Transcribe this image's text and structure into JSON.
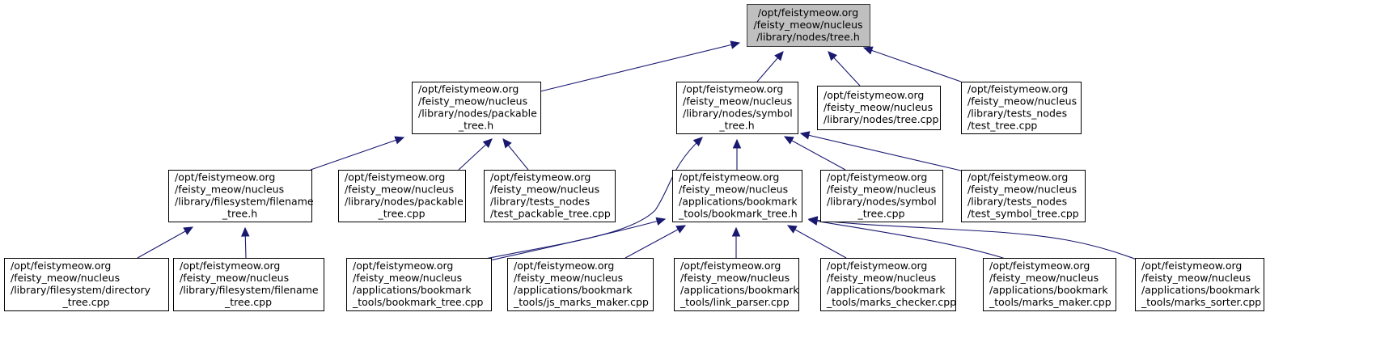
{
  "diagram": {
    "type": "include-dependency-graph",
    "colors": {
      "edge": "#191970",
      "root_fill": "#bfbfbf",
      "node_fill": "#ffffff",
      "border": "#000000"
    },
    "nodes": [
      {
        "id": "tree_h",
        "root": true,
        "lines": [
          "/opt/feistymeow.org",
          "/feisty_meow/nucleus",
          "/library/nodes/tree.h"
        ]
      },
      {
        "id": "packable_tree_h",
        "lines": [
          "/opt/feistymeow.org",
          "/feisty_meow/nucleus",
          "/library/nodes/packable",
          "_tree.h"
        ]
      },
      {
        "id": "symbol_tree_h",
        "lines": [
          "/opt/feistymeow.org",
          "/feisty_meow/nucleus",
          "/library/nodes/symbol",
          "_tree.h"
        ]
      },
      {
        "id": "tree_cpp",
        "lines": [
          "/opt/feistymeow.org",
          "/feisty_meow/nucleus",
          "/library/nodes/tree.cpp"
        ]
      },
      {
        "id": "test_tree_cpp",
        "lines": [
          "/opt/feistymeow.org",
          "/feisty_meow/nucleus",
          "/library/tests_nodes",
          "/test_tree.cpp"
        ]
      },
      {
        "id": "filename_tree_h",
        "lines": [
          "/opt/feistymeow.org",
          "/feisty_meow/nucleus",
          "/library/filesystem/filename",
          "_tree.h"
        ]
      },
      {
        "id": "packable_tree_cpp",
        "lines": [
          "/opt/feistymeow.org",
          "/feisty_meow/nucleus",
          "/library/nodes/packable",
          "_tree.cpp"
        ]
      },
      {
        "id": "test_packable_tree_cpp",
        "lines": [
          "/opt/feistymeow.org",
          "/feisty_meow/nucleus",
          "/library/tests_nodes",
          "/test_packable_tree.cpp"
        ]
      },
      {
        "id": "bookmark_tree_h",
        "lines": [
          "/opt/feistymeow.org",
          "/feisty_meow/nucleus",
          "/applications/bookmark",
          "_tools/bookmark_tree.h"
        ]
      },
      {
        "id": "symbol_tree_cpp",
        "lines": [
          "/opt/feistymeow.org",
          "/feisty_meow/nucleus",
          "/library/nodes/symbol",
          "_tree.cpp"
        ]
      },
      {
        "id": "test_symbol_tree_cpp",
        "lines": [
          "/opt/feistymeow.org",
          "/feisty_meow/nucleus",
          "/library/tests_nodes",
          "/test_symbol_tree.cpp"
        ]
      },
      {
        "id": "directory_tree_cpp",
        "lines": [
          "/opt/feistymeow.org",
          "/feisty_meow/nucleus",
          "/library/filesystem/directory",
          "_tree.cpp"
        ]
      },
      {
        "id": "filename_tree_cpp",
        "lines": [
          "/opt/feistymeow.org",
          "/feisty_meow/nucleus",
          "/library/filesystem/filename",
          "_tree.cpp"
        ]
      },
      {
        "id": "bookmark_tree_cpp",
        "lines": [
          "/opt/feistymeow.org",
          "/feisty_meow/nucleus",
          "/applications/bookmark",
          "_tools/bookmark_tree.cpp"
        ]
      },
      {
        "id": "js_marks_maker_cpp",
        "lines": [
          "/opt/feistymeow.org",
          "/feisty_meow/nucleus",
          "/applications/bookmark",
          "_tools/js_marks_maker.cpp"
        ]
      },
      {
        "id": "link_parser_cpp",
        "lines": [
          "/opt/feistymeow.org",
          "/feisty_meow/nucleus",
          "/applications/bookmark",
          "_tools/link_parser.cpp"
        ]
      },
      {
        "id": "marks_checker_cpp",
        "lines": [
          "/opt/feistymeow.org",
          "/feisty_meow/nucleus",
          "/applications/bookmark",
          "_tools/marks_checker.cpp"
        ]
      },
      {
        "id": "marks_maker_cpp",
        "lines": [
          "/opt/feistymeow.org",
          "/feisty_meow/nucleus",
          "/applications/bookmark",
          "_tools/marks_maker.cpp"
        ]
      },
      {
        "id": "marks_sorter_cpp",
        "lines": [
          "/opt/feistymeow.org",
          "/feisty_meow/nucleus",
          "/applications/bookmark",
          "_tools/marks_sorter.cpp"
        ]
      }
    ],
    "edges": [
      {
        "from": "packable_tree_h",
        "to": "tree_h"
      },
      {
        "from": "symbol_tree_h",
        "to": "tree_h"
      },
      {
        "from": "tree_cpp",
        "to": "tree_h"
      },
      {
        "from": "test_tree_cpp",
        "to": "tree_h"
      },
      {
        "from": "filename_tree_h",
        "to": "packable_tree_h"
      },
      {
        "from": "packable_tree_cpp",
        "to": "packable_tree_h"
      },
      {
        "from": "test_packable_tree_cpp",
        "to": "packable_tree_h"
      },
      {
        "from": "bookmark_tree_h",
        "to": "symbol_tree_h"
      },
      {
        "from": "symbol_tree_cpp",
        "to": "symbol_tree_h"
      },
      {
        "from": "test_symbol_tree_cpp",
        "to": "symbol_tree_h"
      },
      {
        "from": "bookmark_tree_cpp",
        "to": "symbol_tree_h"
      },
      {
        "from": "directory_tree_cpp",
        "to": "filename_tree_h"
      },
      {
        "from": "filename_tree_cpp",
        "to": "filename_tree_h"
      },
      {
        "from": "bookmark_tree_cpp",
        "to": "bookmark_tree_h"
      },
      {
        "from": "js_marks_maker_cpp",
        "to": "bookmark_tree_h"
      },
      {
        "from": "link_parser_cpp",
        "to": "bookmark_tree_h"
      },
      {
        "from": "marks_checker_cpp",
        "to": "bookmark_tree_h"
      },
      {
        "from": "marks_maker_cpp",
        "to": "bookmark_tree_h"
      },
      {
        "from": "marks_sorter_cpp",
        "to": "bookmark_tree_h"
      }
    ]
  }
}
